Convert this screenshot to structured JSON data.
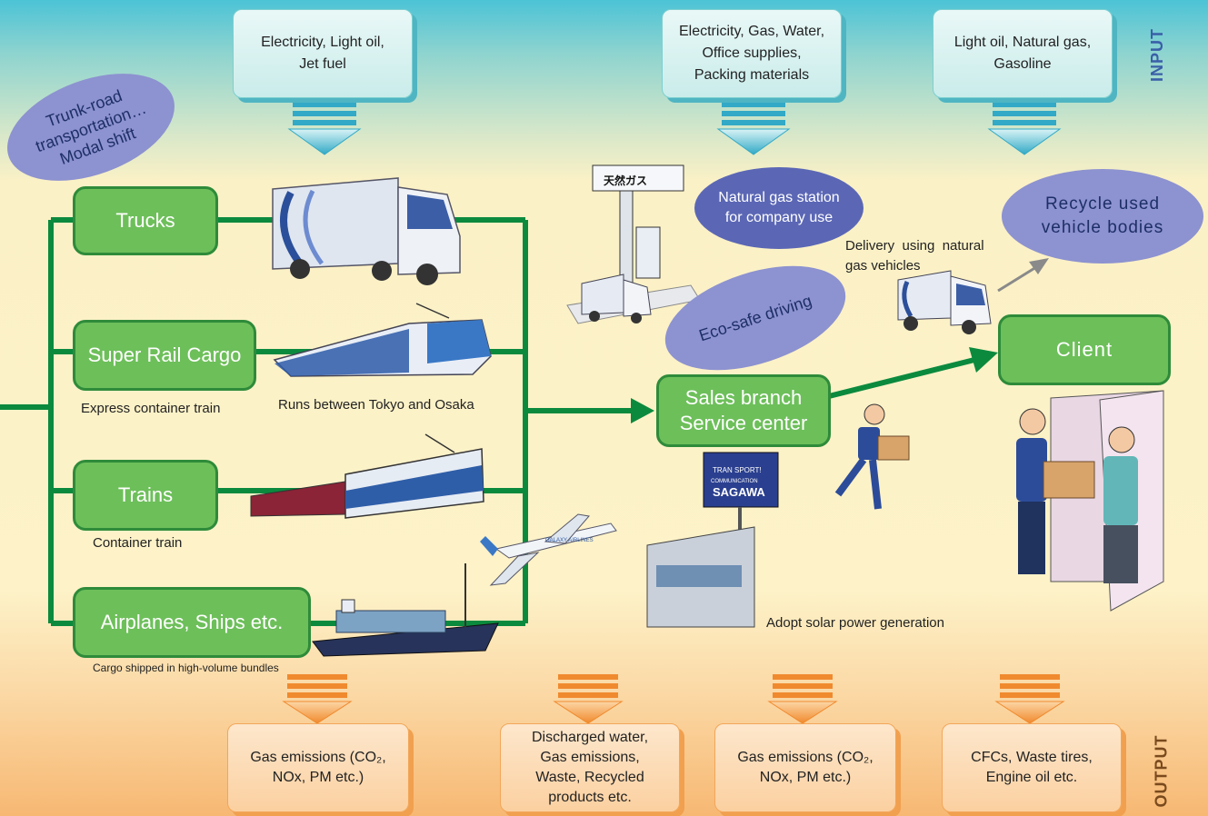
{
  "labels": {
    "input": "INPUT",
    "output": "OUTPUT"
  },
  "inputs": [
    "Electricity, Light oil,\nJet fuel",
    "Electricity, Gas, Water,\nOffice supplies,\nPacking materials",
    "Light oil, Natural gas,\nGasoline"
  ],
  "outputs": [
    "Gas emissions (CO₂,\nNOx, PM etc.)",
    "Discharged water,\nGas emissions,\nWaste, Recycled\nproducts etc.",
    "Gas emissions (CO₂,\nNOx, PM etc.)",
    "CFCs, Waste tires,\nEngine oil etc."
  ],
  "modes": {
    "trucks": "Trucks",
    "rail": "Super Rail Cargo",
    "trains": "Trains",
    "air_ships": "Airplanes, Ships etc."
  },
  "captions": {
    "rail_sub": "Express container train",
    "rail_runs": "Runs between Tokyo and Osaka",
    "trains_sub": "Container train",
    "air_sub": "Cargo shipped in high-volume bundles",
    "delivery": "Delivery  using  natural\ngas vehicles",
    "solar": "Adopt solar power generation"
  },
  "ovals": {
    "modal_shift": "Trunk-road\ntransportation…\nModal shift",
    "gas_station": "Natural gas station\nfor company use",
    "eco_driving": "Eco-safe driving",
    "recycle": "Recycle used\nvehicle bodies"
  },
  "nodes": {
    "sales": "Sales branch\nService center",
    "client": "Client"
  },
  "signs": {
    "gas_station_sign": "天然ガス",
    "company_sign_line1": "TRAN SPORT!",
    "company_sign_line2": "COMMUNICATION",
    "company_sign_line3": "SAGAWA",
    "airline": "GALAXY AIRLINES"
  },
  "colors": {
    "flow_line": "#0b8a3e",
    "mode_fill": "#6dbf5a",
    "input_label": "#3a5fa8",
    "output_label": "#7a4a1e"
  }
}
